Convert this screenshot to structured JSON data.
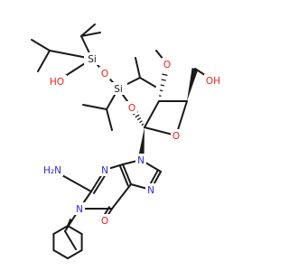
{
  "molecule": {
    "colors": {
      "bond": "#1a1a1a",
      "oxygen": "#e8231a",
      "nitrogen": "#2b2bd6",
      "silicon": "#1a1a1a"
    },
    "labels": {
      "si1": "Si",
      "si2": "Si",
      "ho": "HO",
      "o_silyl": "O",
      "o_2prime": "O",
      "o_methoxy": "O",
      "oh": "OH",
      "o_ring": "O",
      "n9": "N",
      "n7": "N",
      "n3": "N",
      "n1": "N",
      "h2n": "H₂N",
      "o_carbonyl": "O"
    }
  }
}
